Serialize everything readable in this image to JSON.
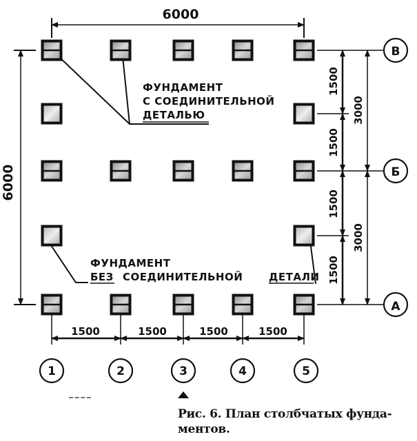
{
  "figure": {
    "caption": "Рис. 6. План столбчатых фунда-\nментов.",
    "caption_line1": "Рис. 6. План столбчатых фунда-",
    "caption_line2": "ментов."
  },
  "grid": {
    "columns": [
      "1",
      "2",
      "3",
      "4",
      "5"
    ],
    "rows": [
      "В",
      "Б",
      "А"
    ],
    "column_spacing_mm": [
      1500,
      1500,
      1500,
      1500
    ],
    "row_spacing_mm": [
      1500,
      1500,
      1500,
      1500
    ]
  },
  "dimensions": {
    "overall_width": "6000",
    "overall_height": "6000",
    "bottom_spans": [
      "1500",
      "1500",
      "1500",
      "1500"
    ],
    "right_inner_spans": [
      "1500",
      "1500",
      "1500",
      "1500"
    ],
    "right_outer_spans": [
      "3000",
      "3000"
    ]
  },
  "foundations": [
    {
      "row": "В",
      "col": "1",
      "type": "with_connector"
    },
    {
      "row": "В",
      "col": "2",
      "type": "with_connector"
    },
    {
      "row": "В",
      "col": "3",
      "type": "with_connector"
    },
    {
      "row": "В",
      "col": "4",
      "type": "with_connector"
    },
    {
      "row": "В",
      "col": "5",
      "type": "with_connector"
    },
    {
      "row": "mid-upper",
      "col": "1",
      "type": "plain"
    },
    {
      "row": "mid-upper",
      "col": "5",
      "type": "plain"
    },
    {
      "row": "Б",
      "col": "1",
      "type": "with_connector"
    },
    {
      "row": "Б",
      "col": "2",
      "type": "with_connector"
    },
    {
      "row": "Б",
      "col": "3",
      "type": "with_connector"
    },
    {
      "row": "Б",
      "col": "4",
      "type": "with_connector"
    },
    {
      "row": "Б",
      "col": "5",
      "type": "with_connector"
    },
    {
      "row": "mid-lower",
      "col": "1",
      "type": "plain"
    },
    {
      "row": "mid-lower",
      "col": "5",
      "type": "plain"
    },
    {
      "row": "А",
      "col": "1",
      "type": "with_connector"
    },
    {
      "row": "А",
      "col": "2",
      "type": "with_connector"
    },
    {
      "row": "А",
      "col": "3",
      "type": "with_connector"
    },
    {
      "row": "А",
      "col": "4",
      "type": "with_connector"
    },
    {
      "row": "А",
      "col": "5",
      "type": "with_connector"
    }
  ],
  "notes": {
    "with_connector": {
      "line1": "ФУНДАМЕНТ",
      "line2": "С СОЕДИНИТЕЛЬНОЙ",
      "line3": "ДЕТАЛЬЮ"
    },
    "without_connector": {
      "line1": "ФУНДАМЕНТ",
      "line2_part1": "БЕЗ",
      "line2_part2": "СОЕДИНИТЕЛЬНОЙ",
      "line2_part3": "ДЕТАЛИ"
    }
  },
  "colors": {
    "ink": "#111111",
    "fill_light": "#cfcfcf",
    "fill_mid": "#9a9a9a",
    "paper": "#ffffff"
  }
}
